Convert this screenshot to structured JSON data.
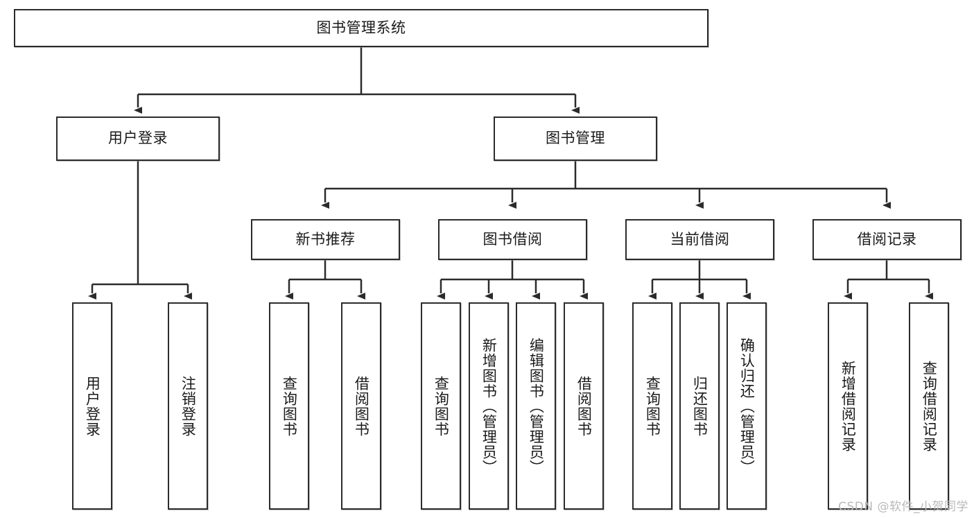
{
  "diagram": {
    "title": "图书管理系统",
    "type": "功能结构图",
    "watermark": "CSDN @软件_小贺同学",
    "colors": {
      "box_border": "#2b2b2b",
      "box_fill": "#ffffff",
      "edge": "#2b2b2b",
      "text": "#1a1a1a",
      "watermark": "#b9b9b9"
    },
    "nodes": {
      "root": {
        "label": "图书管理系统",
        "level": 1
      },
      "l2": [
        {
          "id": "user-login",
          "label": "用户登录",
          "level": 2
        },
        {
          "id": "book-manage",
          "label": "图书管理",
          "level": 2
        }
      ],
      "l3": [
        {
          "id": "new-book-recommend",
          "label": "新书推荐",
          "level": 3,
          "parent": "book-manage"
        },
        {
          "id": "book-borrow",
          "label": "图书借阅",
          "level": 3,
          "parent": "book-manage"
        },
        {
          "id": "current-borrow",
          "label": "当前借阅",
          "level": 3,
          "parent": "book-manage"
        },
        {
          "id": "borrow-record",
          "label": "借阅记录",
          "level": 3,
          "parent": "book-manage"
        }
      ],
      "leaves": [
        {
          "id": "leaf-user-login",
          "label": "用户登录",
          "parent": "user-login"
        },
        {
          "id": "leaf-user-logout",
          "label": "注销登录",
          "parent": "user-login"
        },
        {
          "id": "leaf-query-book-1",
          "label": "查询图书",
          "parent": "new-book-recommend"
        },
        {
          "id": "leaf-borrow-book-1",
          "label": "借阅图书",
          "parent": "new-book-recommend"
        },
        {
          "id": "leaf-query-book-2",
          "label": "查询图书",
          "parent": "book-borrow"
        },
        {
          "id": "leaf-add-book",
          "label": "新增图书（管理员）",
          "parent": "book-borrow"
        },
        {
          "id": "leaf-edit-book",
          "label": "编辑图书（管理员）",
          "parent": "book-borrow"
        },
        {
          "id": "leaf-borrow-book-2",
          "label": "借阅图书",
          "parent": "book-borrow"
        },
        {
          "id": "leaf-query-book-3",
          "label": "查询图书",
          "parent": "current-borrow"
        },
        {
          "id": "leaf-return-book",
          "label": "归还图书",
          "parent": "current-borrow"
        },
        {
          "id": "leaf-confirm-return",
          "label": "确认归还（管理员）",
          "parent": "current-borrow"
        },
        {
          "id": "leaf-add-record",
          "label": "新增借阅记录",
          "parent": "borrow-record"
        },
        {
          "id": "leaf-query-record",
          "label": "查询借阅记录",
          "parent": "borrow-record"
        }
      ]
    }
  }
}
